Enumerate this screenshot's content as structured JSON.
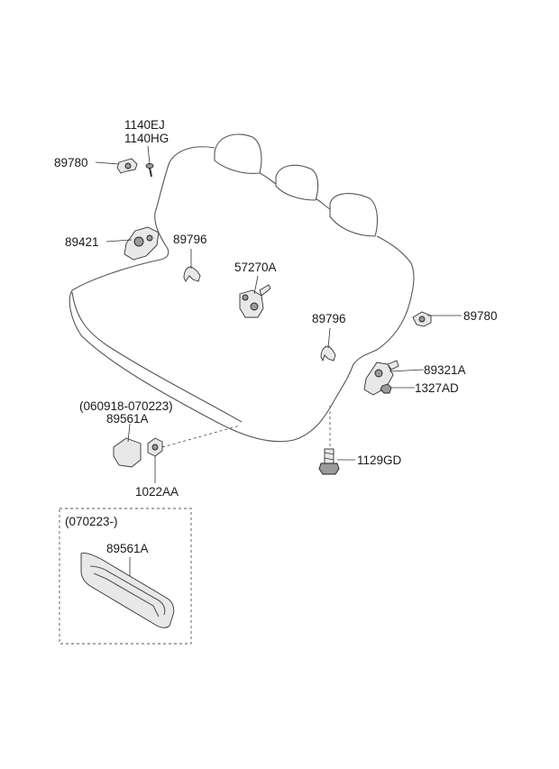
{
  "labels": {
    "p1140ej": "1140EJ",
    "p1140hg": "1140HG",
    "p89780_left": "89780",
    "p89421": "89421",
    "p89796_left": "89796",
    "p57270a": "57270A",
    "p89796_right": "89796",
    "p89780_right": "89780",
    "p89321a": "89321A",
    "p1327ad": "1327AD",
    "date_range": "(060918-070223)",
    "p89561a_upper": "89561A",
    "p1022aa": "1022AA",
    "p1129gd": "1129GD",
    "inset_date": "(070223-)",
    "p89561a_inset": "89561A"
  }
}
